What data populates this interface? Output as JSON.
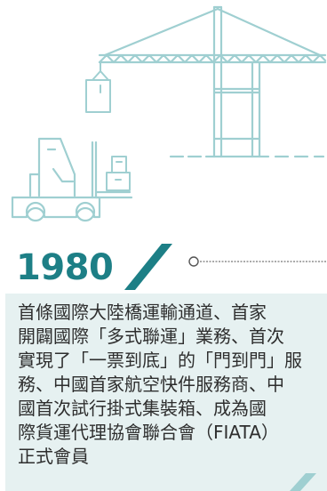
{
  "colors": {
    "accent": "#1d7f86",
    "line_art": "#9fcfd1",
    "box_bg": "#e6f1f1",
    "text": "#2e2e2e",
    "dots": "#555555"
  },
  "icons": [
    "harbor-crane-icon",
    "hanging-container-icon",
    "forklift-icon",
    "stacked-boxes-icon"
  ],
  "timeline": {
    "year": "1980"
  },
  "description": {
    "lines": [
      "首條國際大陸橋運輸通道、首家",
      "開闢國際「多式聯運」業務、首次",
      "實現了「一票到底」的「門到門」服",
      "務、中國首家航空快件服務商、中",
      "國首次試行掛式集裝箱、成為國",
      "際貨運代理協會聯合會（FIATA）",
      "正式會員"
    ]
  }
}
